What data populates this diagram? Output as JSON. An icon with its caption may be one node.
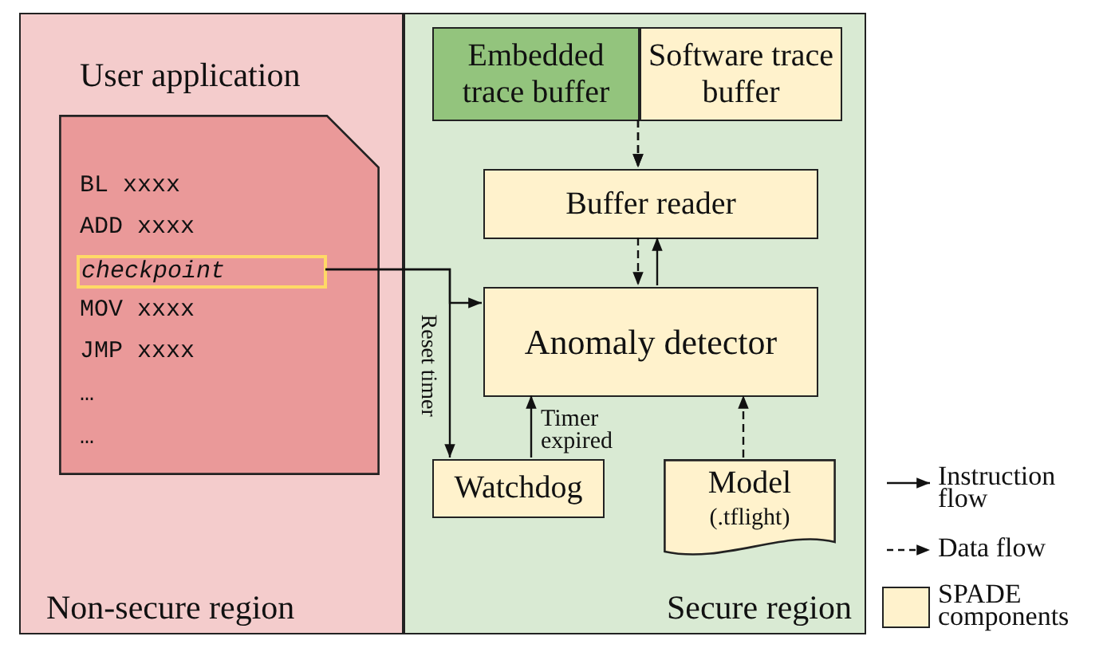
{
  "diagram": {
    "nodes": [
      {
        "text": [
          "Non-secure region"
        ]
      },
      {
        "text": [
          "User application",
          "BL xxxx",
          "ADD xxxx",
          "MOV xxxx",
          "JMP xxxx",
          "…",
          "…"
        ],
        "in": 0
      },
      {
        "text": [
          "checkpoint"
        ],
        "in": 1
      },
      {
        "text": [
          "Secure region"
        ]
      },
      {
        "text": [
          "Embedded trace buffer"
        ],
        "in": 3
      },
      {
        "text": [
          "Software trace buffer"
        ],
        "in": 3
      },
      {
        "text": [
          "Buffer reader"
        ],
        "in": 3
      },
      {
        "text": [
          "Anomaly detector"
        ],
        "in": 3
      },
      {
        "text": [
          "Watchdog"
        ],
        "in": 3
      },
      {
        "text": [
          "Model",
          "(.tflight)"
        ],
        "in": 3
      }
    ],
    "edges": [
      {
        "from": 4,
        "to": 6,
        "arrow": "to",
        "style": "dashed"
      },
      {
        "from": 5,
        "to": 6,
        "arrow": "to",
        "style": "dashed"
      },
      {
        "from": 6,
        "to": 7,
        "arrow": "to",
        "style": "dashed"
      },
      {
        "from": 7,
        "to": 6,
        "arrow": "to"
      },
      {
        "from": 2,
        "to": 7,
        "arrow": "to"
      },
      {
        "from": 2,
        "to": 8,
        "arrow": "to",
        "label": "Reset timer"
      },
      {
        "from": 8,
        "to": 7,
        "arrow": "to",
        "label": "Timer expired"
      },
      {
        "from": 9,
        "to": 7,
        "arrow": "to",
        "style": "dashed"
      }
    ],
    "legend": [
      {
        "text": "Instruction flow"
      },
      {
        "text": "Data flow"
      },
      {
        "text": "SPADE components",
        "color": "#fff2cc"
      }
    ]
  }
}
